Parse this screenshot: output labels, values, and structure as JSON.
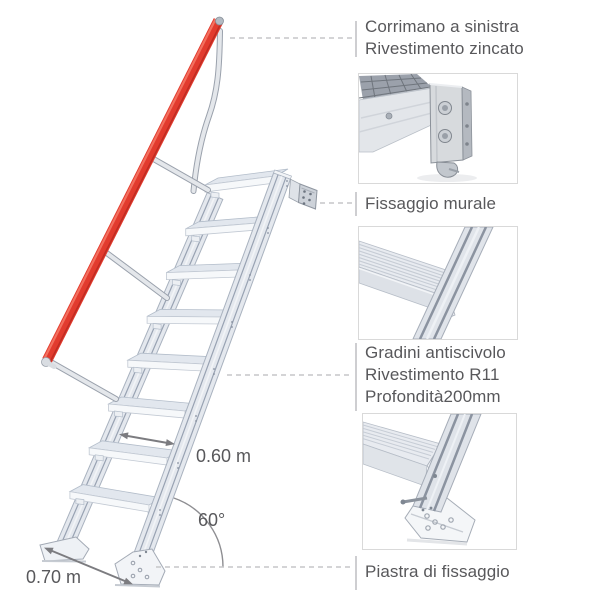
{
  "diagram": {
    "callouts": [
      {
        "id": "handrail",
        "lines": [
          "Corrimano a sinistra",
          "Rivestimento zincato"
        ]
      },
      {
        "id": "wall-mount",
        "lines": [
          "Fissaggio murale"
        ]
      },
      {
        "id": "treads",
        "lines": [
          "Gradini antiscivolo",
          "Rivestimento R11",
          "Profondità200mm"
        ]
      },
      {
        "id": "base-plate",
        "lines": [
          "Piastra di fissaggio"
        ]
      }
    ],
    "dimensions": {
      "tread_width_label": "0.60 m",
      "incline_angle_label": "60°",
      "base_depth_label": "0.70 m"
    },
    "colors": {
      "handrail_red": "#e23b2e",
      "label_text": "#58585b",
      "leader_line": "#c6c6c8",
      "aluminum_light": "#e6eaef"
    },
    "detail_photos": [
      {
        "name": "wall-bracket-detail"
      },
      {
        "name": "tread-profile-detail"
      },
      {
        "name": "base-plate-detail"
      }
    ]
  }
}
